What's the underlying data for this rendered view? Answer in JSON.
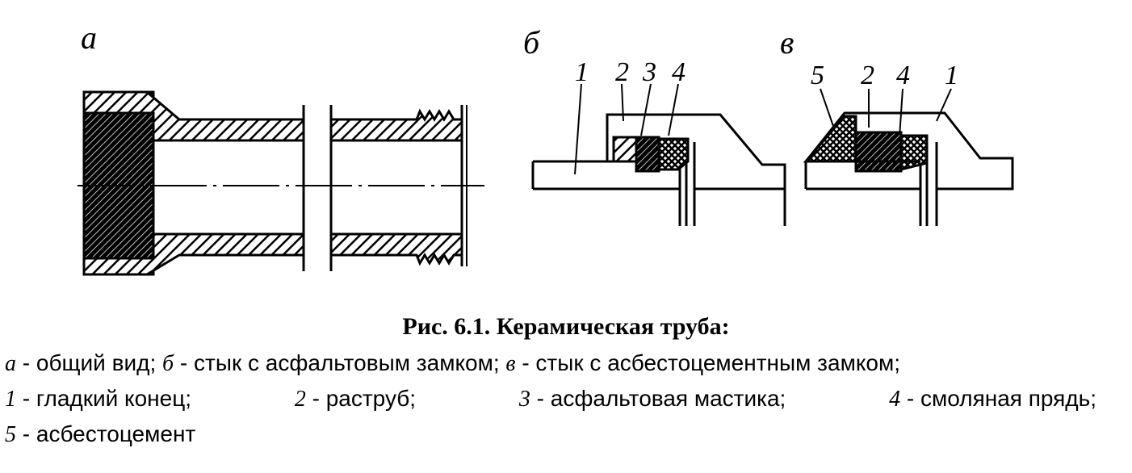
{
  "panels": {
    "a": "а",
    "b": "б",
    "v": "в"
  },
  "callouts_b": [
    "1",
    "2",
    "3",
    "4"
  ],
  "callouts_v": [
    "5",
    "2",
    "4",
    "1"
  ],
  "caption": {
    "title": "Рис. 6.1. Керамическая труба:",
    "line1": {
      "k1": "а",
      "t1": " - общий вид; ",
      "k2": "б",
      "t2": " - стык с асфальтовым замком; ",
      "k3": "в",
      "t3": " - стык с асбестоцементным замком;"
    },
    "line2": {
      "k1": "1",
      "t1": " - гладкий конец;",
      "k2": "2",
      "t2": " - раструб;",
      "k3": "3",
      "t3": " - асфальтовая мастика;",
      "k4": "4",
      "t4": " - смоляная прядь;"
    },
    "line3": {
      "k1": "5",
      "t1": " - асбестоцемент"
    }
  }
}
